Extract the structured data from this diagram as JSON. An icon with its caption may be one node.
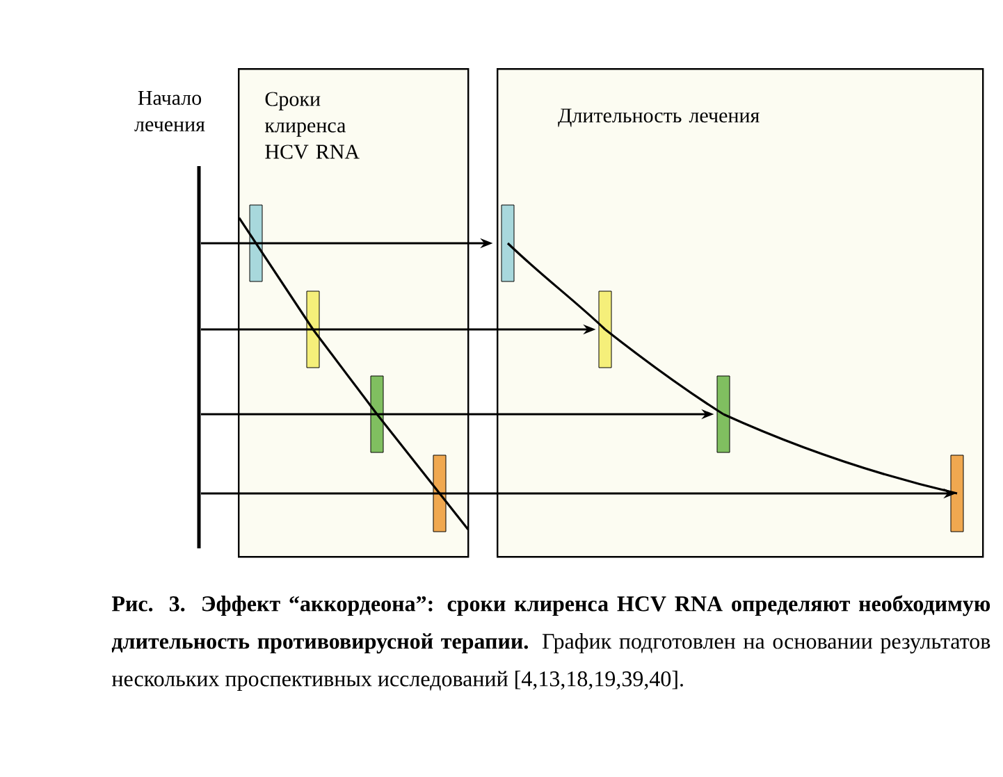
{
  "diagram": {
    "caption": "**Рис. 3. Эффект “аккордеона”: сроки клиренса HCV RNA определяют необходимую длительность противовирусной терапии.** График подготовлен на основании результатов нескольких проспективных исследований [4,13,18,19,39,40].",
    "nodes": [
      {
        "text": [
          "Сроки клиренса HCV RNA"
        ]
      },
      {
        "text": [
          "Длительность лечения"
        ]
      },
      {
        "text": [
          "Начало лечения"
        ]
      },
      {
        "text": [],
        "shape": "bar"
      },
      {
        "text": [],
        "shape": "bar",
        "in": 0
      },
      {
        "text": [],
        "shape": "bar",
        "in": 0
      },
      {
        "text": [],
        "shape": "bar",
        "in": 0
      },
      {
        "text": [],
        "shape": "bar",
        "in": 0
      },
      {
        "text": [],
        "shape": "bar",
        "in": 1
      },
      {
        "text": [],
        "shape": "bar",
        "in": 1
      },
      {
        "text": [],
        "shape": "bar",
        "in": 1
      },
      {
        "text": [],
        "shape": "bar",
        "in": 1
      }
    ],
    "edges": [
      {
        "from": 3,
        "to": 8,
        "arrow": "to"
      },
      {
        "from": 3,
        "to": 9,
        "arrow": "to"
      },
      {
        "from": 3,
        "to": 10,
        "arrow": "to"
      },
      {
        "from": 3,
        "to": 11,
        "arrow": "to"
      },
      {
        "from": 4,
        "to": 5,
        "arrow": "none"
      },
      {
        "from": 5,
        "to": 6,
        "arrow": "none"
      },
      {
        "from": 6,
        "to": 7,
        "arrow": "none"
      },
      {
        "from": 8,
        "to": 9,
        "arrow": "none"
      },
      {
        "from": 9,
        "to": 10,
        "arrow": "none"
      },
      {
        "from": 10,
        "to": 11,
        "arrow": "none"
      }
    ]
  }
}
